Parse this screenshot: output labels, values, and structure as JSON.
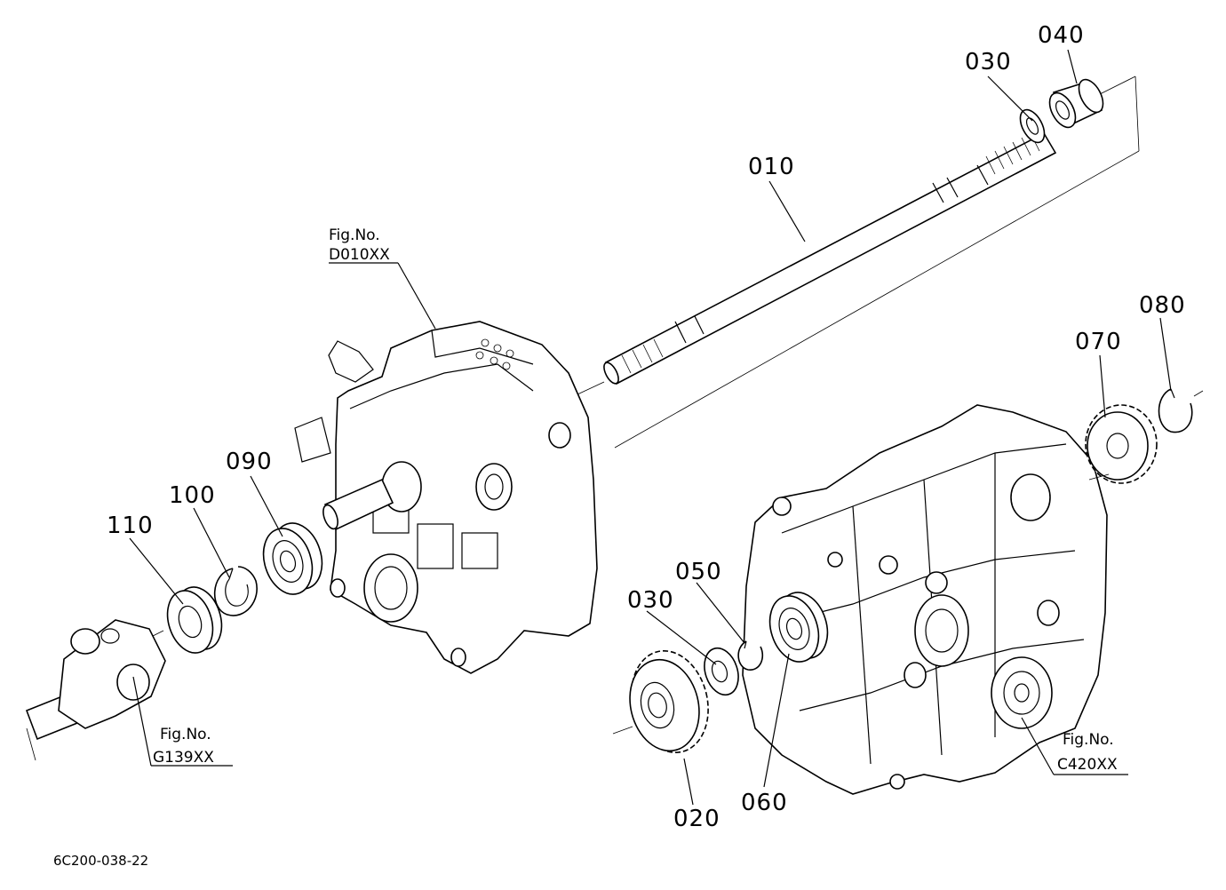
{
  "part_numbers": [
    {
      "id": "p040",
      "label": "040"
    },
    {
      "id": "p030a",
      "label": "030"
    },
    {
      "id": "p010",
      "label": "010"
    },
    {
      "id": "p080",
      "label": "080"
    },
    {
      "id": "p070",
      "label": "070"
    },
    {
      "id": "p090",
      "label": "090"
    },
    {
      "id": "p100",
      "label": "100"
    },
    {
      "id": "p110",
      "label": "110"
    },
    {
      "id": "p050",
      "label": "050"
    },
    {
      "id": "p030b",
      "label": "030"
    },
    {
      "id": "p020",
      "label": "020"
    },
    {
      "id": "p060",
      "label": "060"
    }
  ],
  "figure_refs": [
    {
      "id": "d010",
      "line1": "Fig.No.",
      "line2": "D010XX"
    },
    {
      "id": "g139",
      "line1": "Fig.No.",
      "line2": "G139XX"
    },
    {
      "id": "c420",
      "line1": "Fig.No.",
      "line2": "C420XX"
    }
  ],
  "footer": {
    "code": "6C200-038-22"
  }
}
